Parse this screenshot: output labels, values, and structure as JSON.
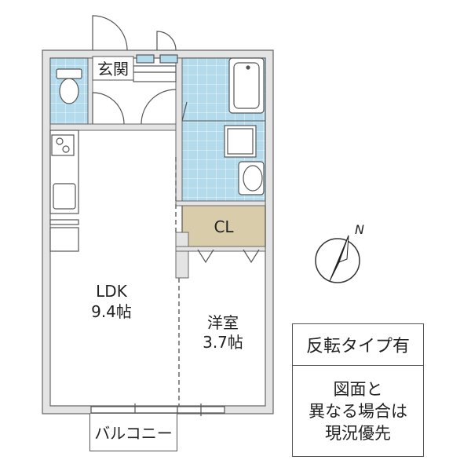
{
  "rooms": {
    "entrance": "玄関",
    "closet": "CL",
    "ldk_name": "LDK",
    "ldk_size": "9.4帖",
    "western_name": "洋室",
    "western_size": "3.7帖",
    "balcony": "バルコニー"
  },
  "compass": {
    "north": "N"
  },
  "notes": {
    "type": "反転タイプ有",
    "disclaimer_lines": [
      "図面と",
      "異なる場合は",
      "現況優先"
    ]
  },
  "colors": {
    "wall": "#e4e4e4",
    "wall_stroke": "#666666",
    "tile": "#b3dbec",
    "closet": "#d9ccaa",
    "stroke": "#555555"
  }
}
